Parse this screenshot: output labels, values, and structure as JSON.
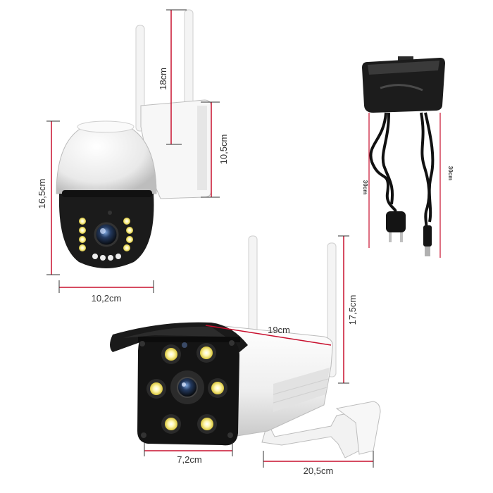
{
  "dimensions": {
    "ptz_antenna_height": "18cm",
    "ptz_bracket_height": "10,5cm",
    "ptz_body_height": "16,5cm",
    "ptz_body_width": "10,2cm",
    "adapter_cable_left": "30cm",
    "adapter_cable_right": "30cm",
    "bullet_antenna_height": "17,5cm",
    "bullet_body_length": "19cm",
    "bullet_front_width": "7,2cm",
    "bullet_total_length": "20,5cm"
  },
  "colors": {
    "dimension_line": "#c8102e",
    "camera_white": "#f2f2f2",
    "camera_black": "#1a1a1a",
    "led_yellow": "#f5e663"
  }
}
